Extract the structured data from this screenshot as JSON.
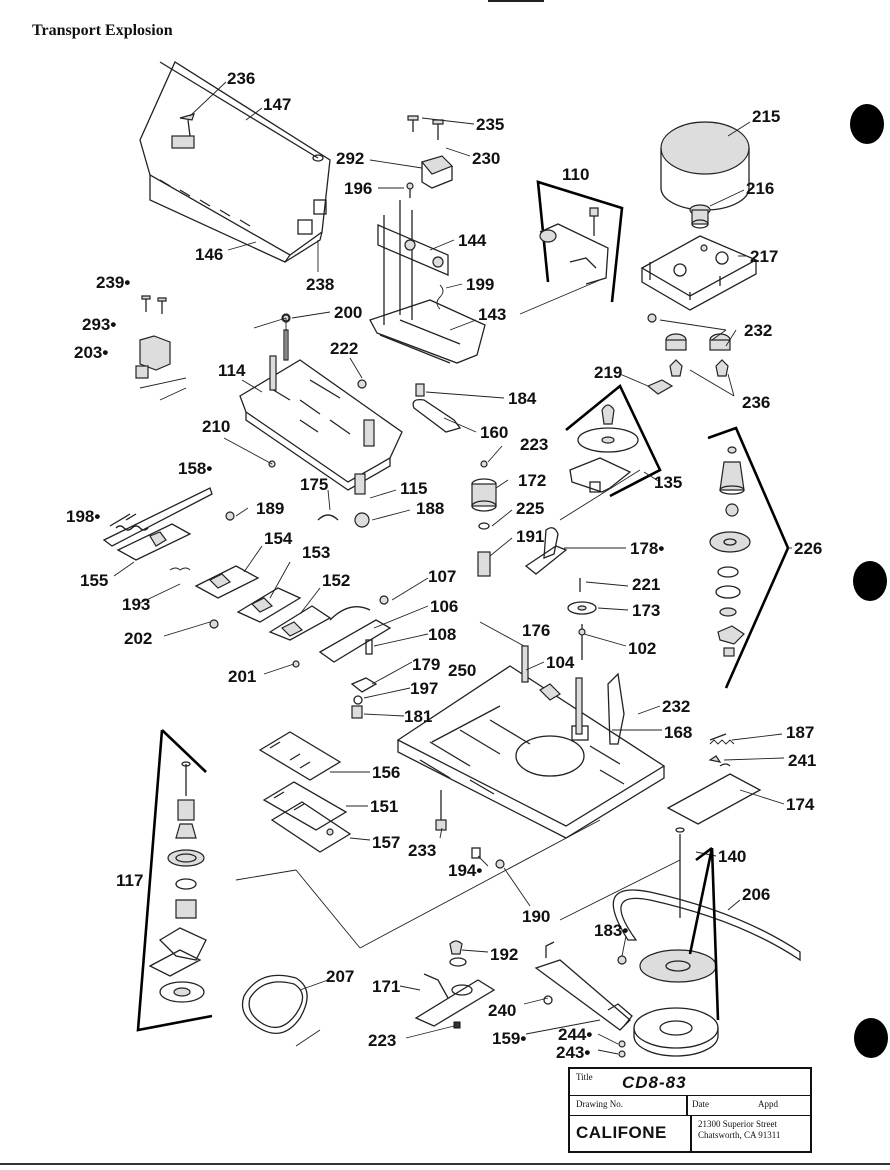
{
  "title": "Transport Explosion",
  "labels": {
    "l236a": "236",
    "l147": "147",
    "l146": "146",
    "l238": "238",
    "l235": "235",
    "l230": "230",
    "l292": "292",
    "l196": "196",
    "l144": "144",
    "l199": "199",
    "l143": "143",
    "l110": "110",
    "l215": "215",
    "l216": "216",
    "l217": "217",
    "l232a": "232",
    "l236b": "236",
    "l239": "239•",
    "l293": "293•",
    "l203": "203•",
    "l200": "200",
    "l222": "222",
    "l114": "114",
    "l184": "184",
    "l219": "219",
    "l210": "210",
    "l160": "160",
    "l223a": "223",
    "l135": "135",
    "l158": "158•",
    "l172": "172",
    "l175": "175",
    "l115": "115",
    "l198": "198•",
    "l189": "189",
    "l188": "188",
    "l225": "225",
    "l191": "191",
    "l178": "178•",
    "l226": "226",
    "l154": "154",
    "l153": "153",
    "l155": "155",
    "l152": "152",
    "l107": "107",
    "l221": "221",
    "l193": "193",
    "l106": "106",
    "l173": "173",
    "l202": "202",
    "l108": "108",
    "l176": "176",
    "l102": "102",
    "l104": "104",
    "l201": "201",
    "l179": "179",
    "l250": "250",
    "l197": "197",
    "l232b": "232",
    "l181": "181",
    "l168": "168",
    "l187": "187",
    "l241": "241",
    "l156": "156",
    "l174": "174",
    "l151": "151",
    "l157": "157",
    "l233": "233",
    "l140": "140",
    "l117": "117",
    "l194": "194•",
    "l206": "206",
    "l190": "190",
    "l183": "183•",
    "l192": "192",
    "l207": "207",
    "l171": "171",
    "l240": "240",
    "l223b": "223",
    "l159": "159•",
    "l244": "244•",
    "l243": "243•"
  },
  "title_block": {
    "title_label": "Title",
    "title_value": "CD8-83",
    "drawing_no_label": "Drawing No.",
    "date_label": "Date",
    "appd_label": "Appd",
    "company": "CALIFONE",
    "address_line1": "21300 Superior Street",
    "address_line2": "Chatsworth, CA 91311"
  }
}
